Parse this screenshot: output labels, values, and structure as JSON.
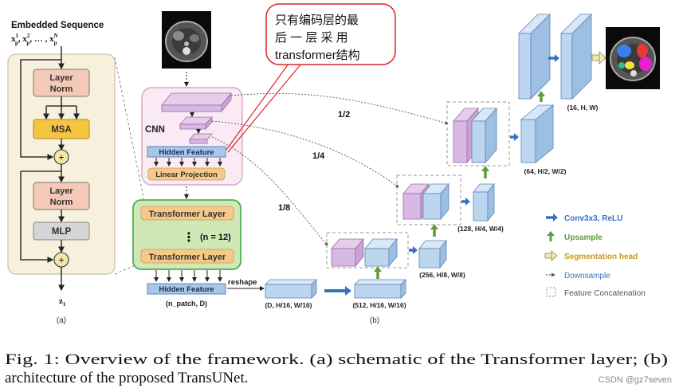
{
  "left_panel": {
    "title": "Embedded Sequence",
    "inputs": "x",
    "inputs_math": [
      "x",
      "1",
      "p",
      ", x",
      "2",
      "p",
      ", ... , x",
      "N",
      "p"
    ],
    "layer_norm_top": [
      "Layer",
      "Norm"
    ],
    "msa": "MSA",
    "plus": "+",
    "layer_norm_bottom": [
      "Layer",
      "Norm"
    ],
    "mlp": "MLP",
    "output": [
      "z",
      "1"
    ],
    "caption": "(a)"
  },
  "center": {
    "cnn_label": "CNN",
    "hidden_feature": "Hidden Feature",
    "linear_projection": "Linear Projection",
    "transformer_layer": "Transformer Layer",
    "dots": "⋮",
    "n_label": "(n = 12)",
    "hidden_feature_bottom": "Hidden Feature",
    "n_patch": "(n_patch, D)",
    "reshape": "reshape",
    "dim_d": "(D, H/16, W/16)",
    "dim_512": "(512, H/16, W/16)",
    "dim_256": "(256, H/8, W/8)",
    "dim_128": "(128, H/4, W/4)",
    "dim_64": "(64, H/2, W/2)",
    "dim_16": "(16, H, W)",
    "skip_1_2": "1/2",
    "skip_1_4": "1/4",
    "skip_1_8": "1/8",
    "caption": "(b)"
  },
  "callout": {
    "lines": [
      "只有编码层的最",
      "后 一 层 采 用",
      "transformer结构"
    ]
  },
  "legend": {
    "items": [
      {
        "label": "Conv3x3, ReLU",
        "color": "#3a6fc4"
      },
      {
        "label": "Upsample",
        "color": "#5e9e3a"
      },
      {
        "label": "Segmentation head",
        "color": "#c79a1c"
      },
      {
        "label": "Downsample",
        "color": "#3a6fc4"
      },
      {
        "label": "Feature Concatenation",
        "color": "#555555"
      }
    ]
  },
  "figure_caption": {
    "line1": "Fig. 1: Overview of the framework. (a) schematic of the Transformer layer; (b)",
    "line2": "architecture of the proposed TransUNet."
  },
  "watermark": "CSDN @gz7seven",
  "colors": {
    "tan_panel": "#f7f0dc",
    "pink_panel": "#f9eaf3",
    "green_panel": "#cfe8b6",
    "green_border": "#4caf50",
    "red_callout": "#e02424",
    "blue_box": "#bcd6f0",
    "purple_box": "#d8b8e4"
  }
}
